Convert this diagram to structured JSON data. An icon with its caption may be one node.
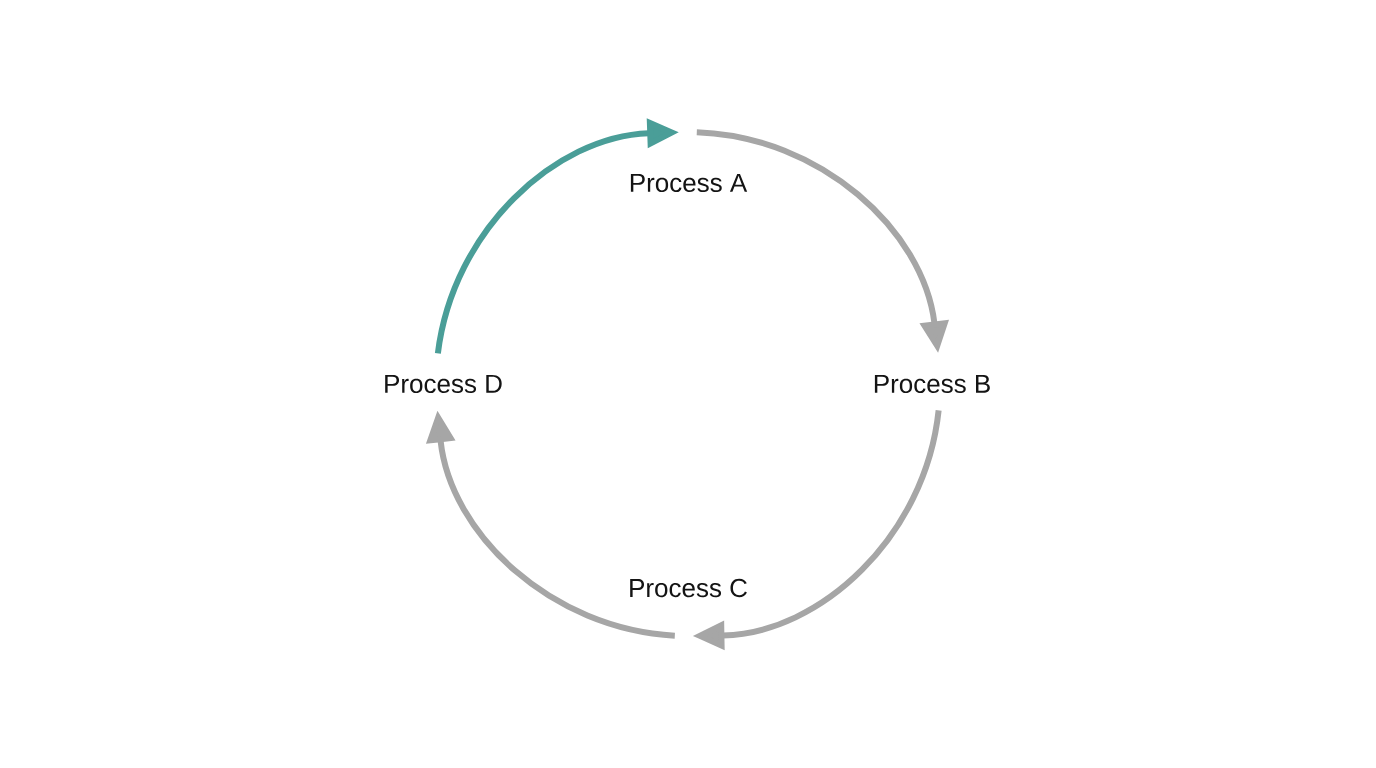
{
  "diagram": {
    "nodes": [
      {
        "text": [
          "Process A"
        ]
      },
      {
        "text": [
          "Process B"
        ]
      },
      {
        "text": [
          "Process C"
        ]
      },
      {
        "text": [
          "Process D"
        ]
      }
    ],
    "edges": [
      {
        "from": 3,
        "to": 0,
        "arrow": "to",
        "color": "#4a9e98"
      },
      {
        "from": 0,
        "to": 1,
        "arrow": "to"
      },
      {
        "from": 1,
        "to": 2,
        "arrow": "to"
      },
      {
        "from": 2,
        "to": 3,
        "arrow": "to"
      }
    ]
  }
}
